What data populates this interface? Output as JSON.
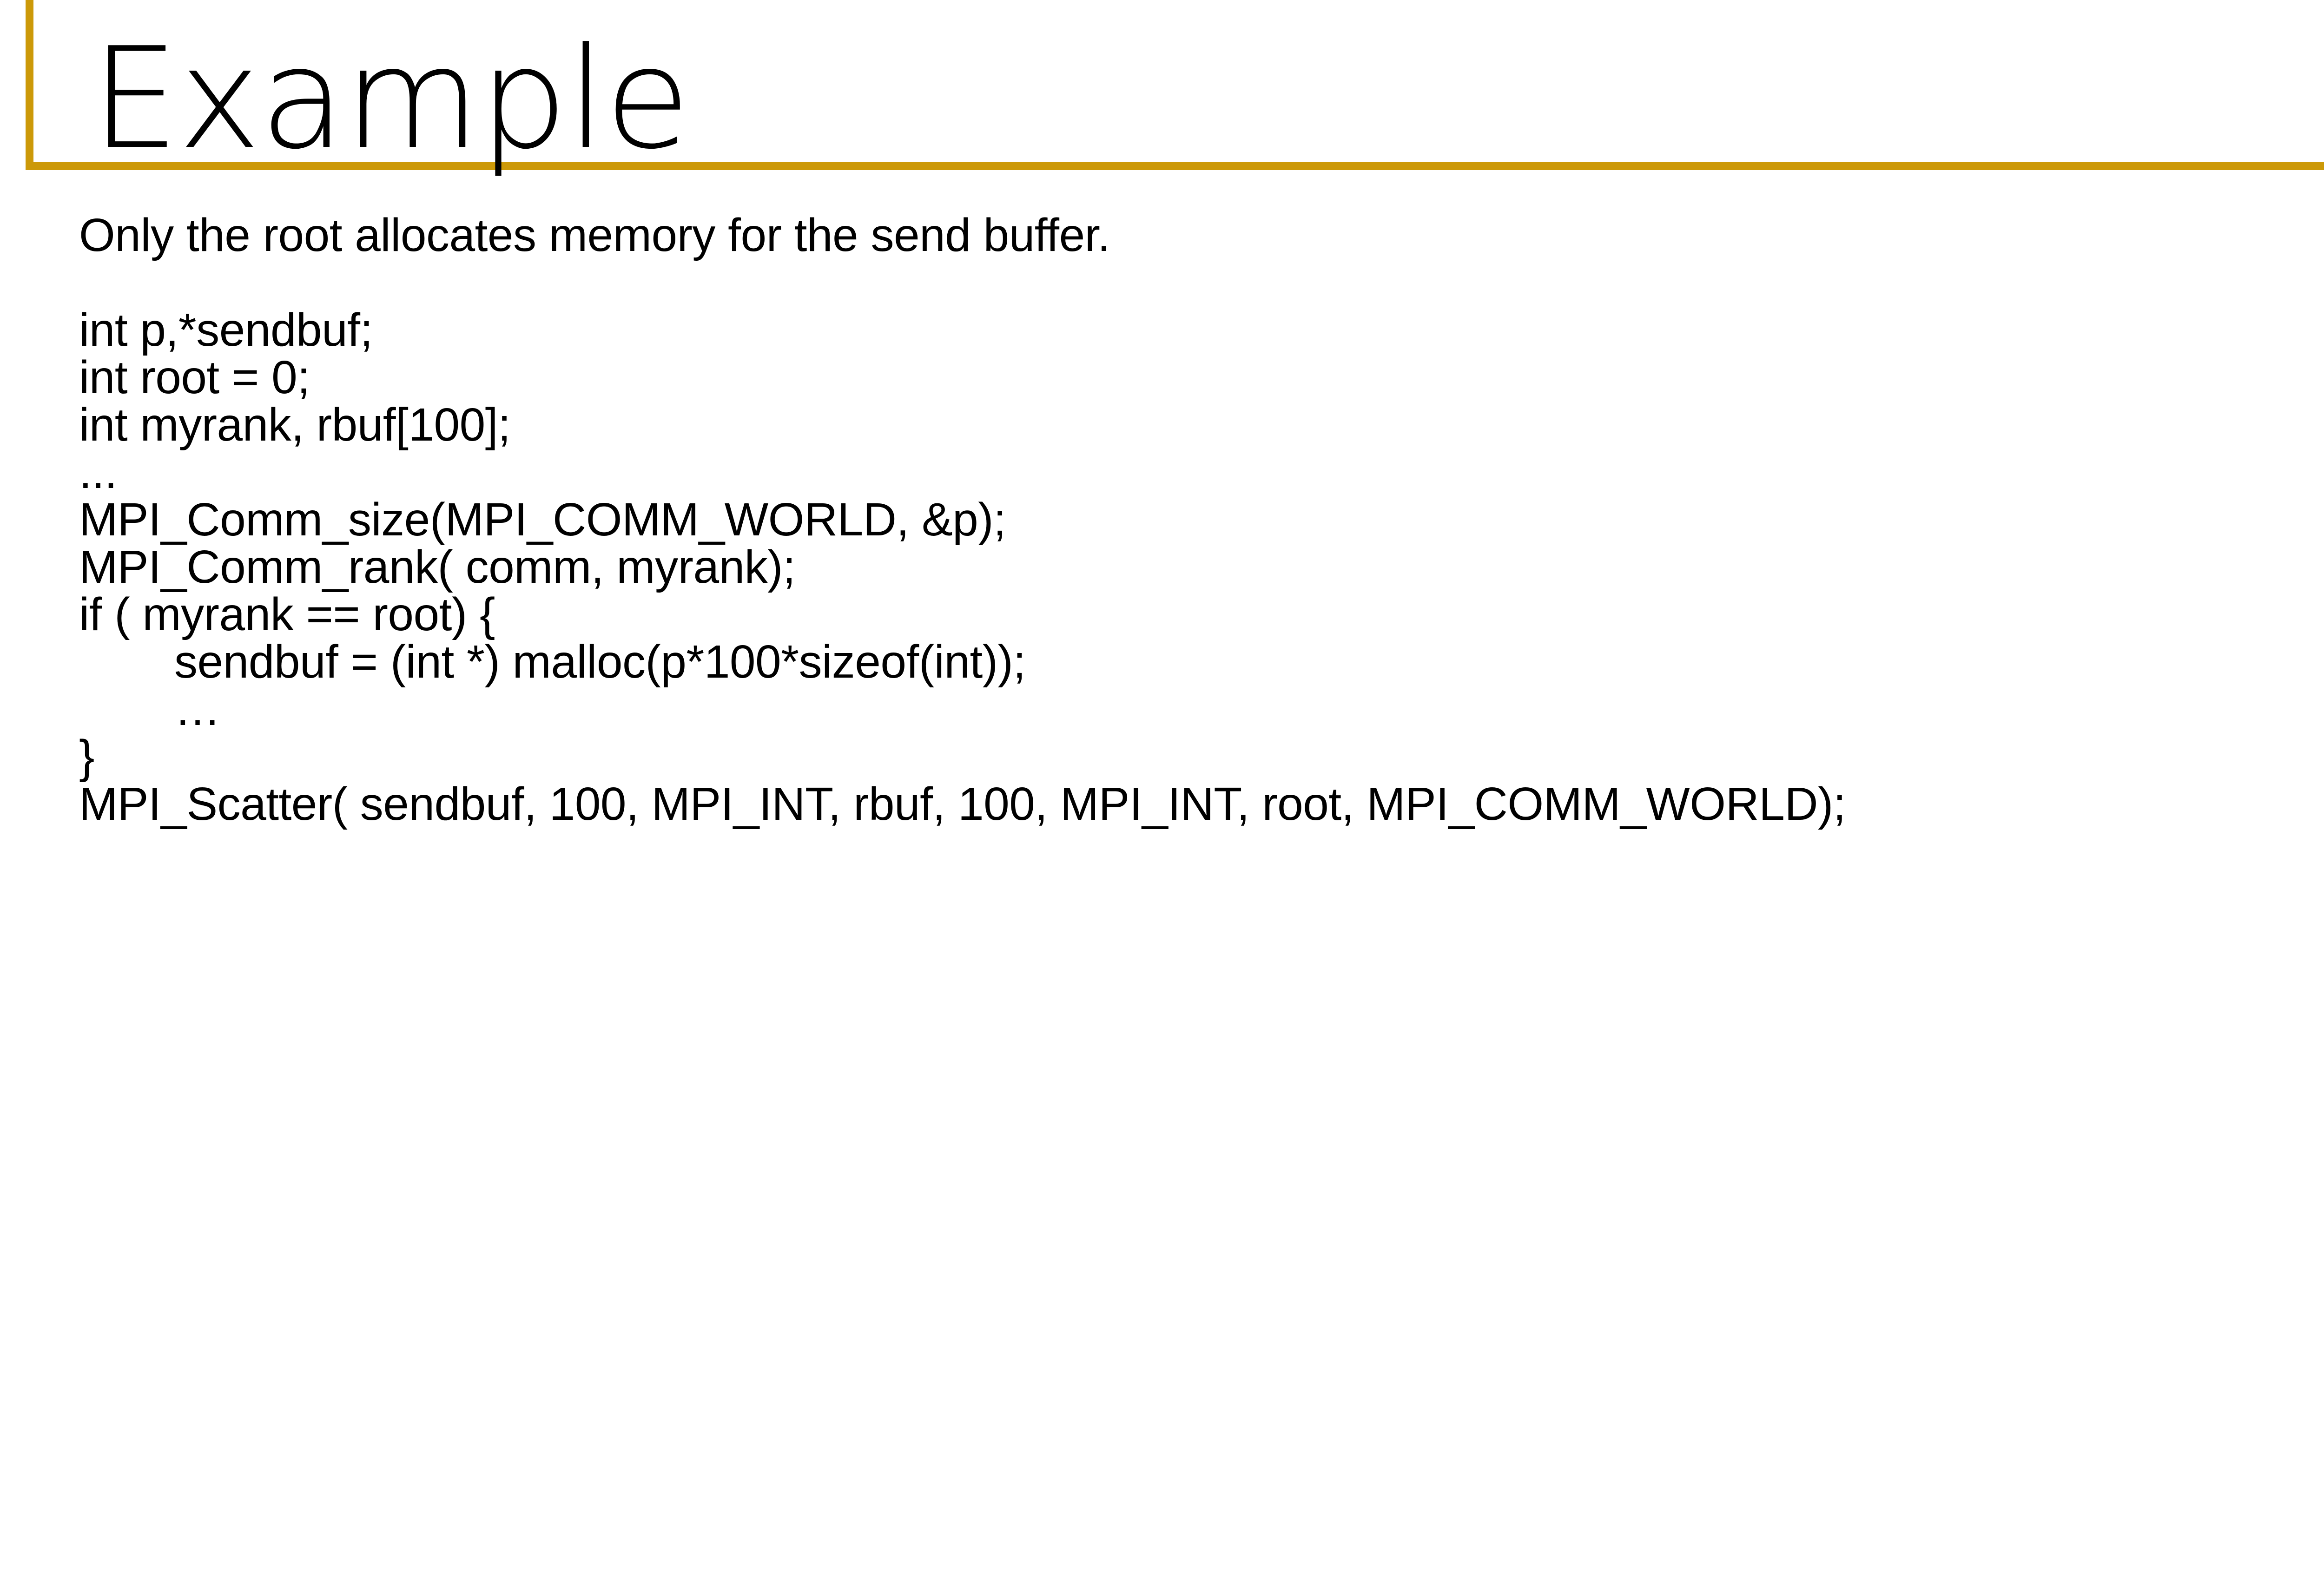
{
  "slide": {
    "title": "Example",
    "accent_color": "#cc9908",
    "background_color": "#ffffff",
    "text_color": "#000000",
    "intro": "Only the root allocates memory for the send buffer.",
    "code_lines": [
      {
        "id": "blank-1",
        "text": " ",
        "indent": false
      },
      {
        "id": "decl-p-sendbuf",
        "text": "int p,*sendbuf;",
        "indent": false
      },
      {
        "id": "decl-root",
        "text": "int root = 0;",
        "indent": false
      },
      {
        "id": "decl-myrank",
        "text": "int myrank, rbuf[100];",
        "indent": false
      },
      {
        "id": "ellipsis-top",
        "text": "...",
        "indent": false
      },
      {
        "id": "comm-size",
        "text": "MPI_Comm_size(MPI_COMM_WORLD, &p);",
        "indent": false
      },
      {
        "id": "comm-rank",
        "text": "MPI_Comm_rank( comm, myrank);",
        "indent": false
      },
      {
        "id": "if-root",
        "text": "if ( myrank == root) {",
        "indent": false
      },
      {
        "id": "malloc-sendbuf",
        "text": "sendbuf = (int *) malloc(p*100*sizeof(int));",
        "indent": true
      },
      {
        "id": "ellipsis-inner",
        "text": "…",
        "indent": true
      },
      {
        "id": "close-brace",
        "text": "}",
        "indent": false
      }
    ],
    "scatter_call": "MPI_Scatter( sendbuf, 100, MPI_INT, rbuf, 100, MPI_INT, root, MPI_COMM_WORLD);"
  }
}
